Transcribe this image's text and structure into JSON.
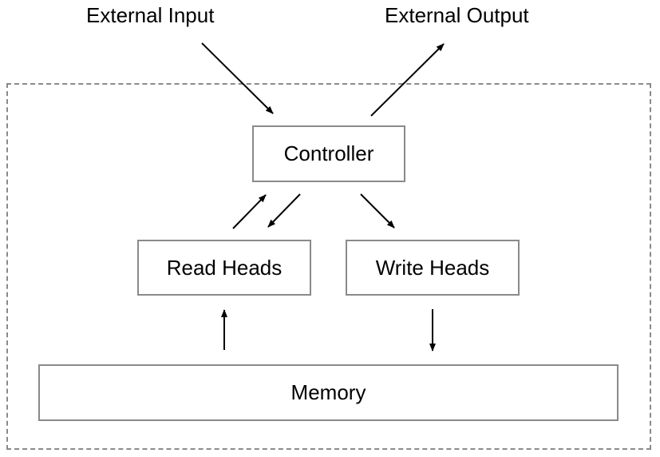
{
  "labels": {
    "external_input": "External Input",
    "external_output": "External Output"
  },
  "boxes": {
    "controller": "Controller",
    "read_heads": "Read Heads",
    "write_heads": "Write Heads",
    "memory": "Memory"
  },
  "colors": {
    "box_border": "#8a8a8a",
    "boundary_border": "#8a8a8a",
    "arrow": "#000000",
    "text": "#000000"
  }
}
